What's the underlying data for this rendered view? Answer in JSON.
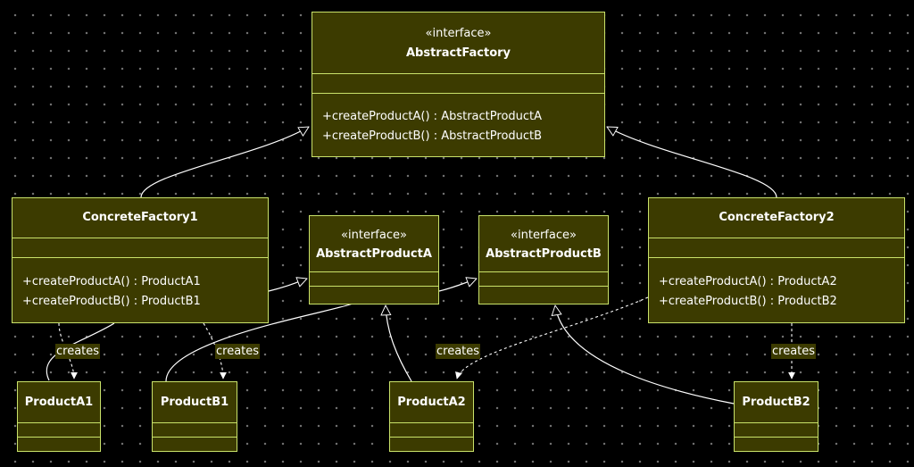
{
  "abstract_factory": {
    "stereotype": "«interface»",
    "name": "AbstractFactory",
    "ops": [
      "+createProductA() : AbstractProductA",
      "+createProductB() : AbstractProductB"
    ]
  },
  "concrete_factory1": {
    "name": "ConcreteFactory1",
    "ops": [
      "+createProductA() : ProductA1",
      "+createProductB() : ProductB1"
    ]
  },
  "concrete_factory2": {
    "name": "ConcreteFactory2",
    "ops": [
      "+createProductA() : ProductA2",
      "+createProductB() : ProductB2"
    ]
  },
  "abstract_product_a": {
    "stereotype": "«interface»",
    "name": "AbstractProductA"
  },
  "abstract_product_b": {
    "stereotype": "«interface»",
    "name": "AbstractProductB"
  },
  "product_a1": {
    "name": "ProductA1"
  },
  "product_b1": {
    "name": "ProductB1"
  },
  "product_a2": {
    "name": "ProductA2"
  },
  "product_b2": {
    "name": "ProductB2"
  },
  "edge_labels": {
    "creates": "creates"
  },
  "colors": {
    "background": "#000000",
    "node_fill": "#3c3b00",
    "node_border": "#c9e26a",
    "edge": "#ffffff",
    "text": "#ffffff"
  }
}
